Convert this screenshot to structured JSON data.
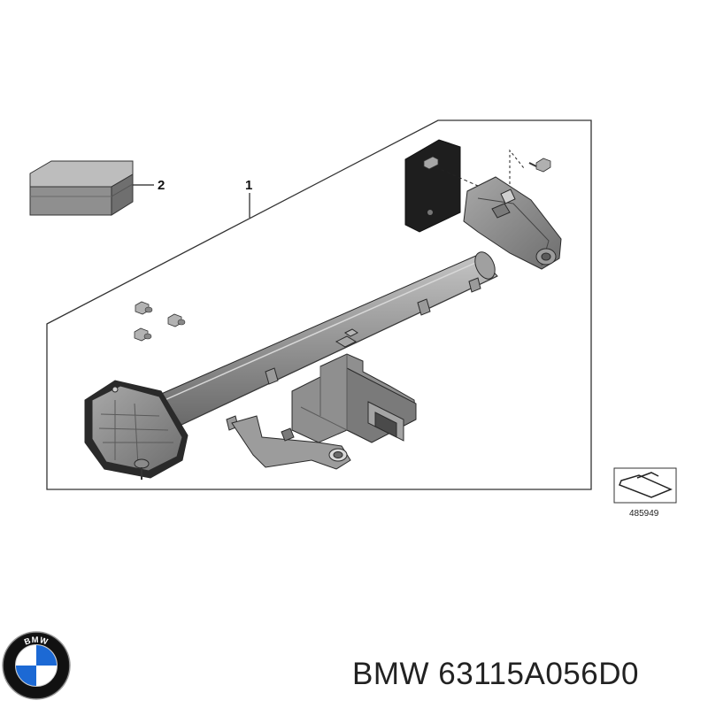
{
  "diagram": {
    "callouts": {
      "part_1": "1",
      "part_2": "2"
    },
    "reference_number": "485949"
  },
  "footer": {
    "brand_part_text": "BMW 63115A056D0",
    "logo_ring_text": "BMW"
  },
  "colors": {
    "part_body": "#8e8e8e",
    "part_light": "#b6b6b6",
    "part_dark": "#5c5c5c",
    "outline": "#2a2a2a",
    "logo_blue": "#1c69d4",
    "logo_black": "#111111"
  }
}
